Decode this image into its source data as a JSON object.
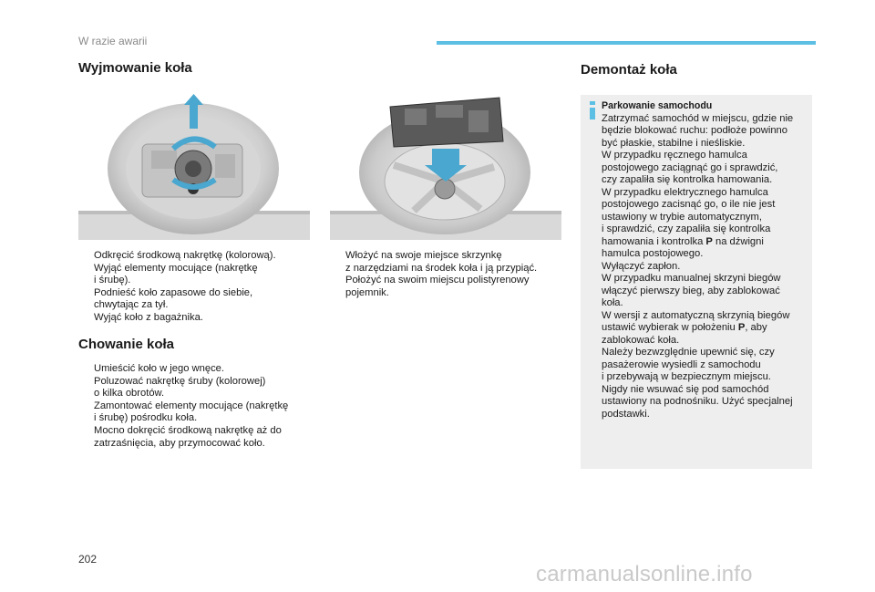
{
  "header": {
    "section": "W razie awarii"
  },
  "left": {
    "title": "Wyjmowanie koła",
    "bullets": [
      [
        "Odkręcić środkową nakrętkę (kolorową)."
      ],
      [
        "Wyjąć elementy mocujące (nakrętkę",
        "i śrubę)."
      ],
      [
        "Podnieść koło zapasowe do siebie,",
        "chwytając za tył."
      ],
      [
        "Wyjąć koło z bagażnika."
      ]
    ]
  },
  "stow": {
    "title": "Chowanie koła",
    "bullets": [
      [
        "Umieścić koło w jego wnęce."
      ],
      [
        "Poluzować nakrętkę śruby (kolorowej)",
        "o kilka obrotów."
      ],
      [
        "Zamontować elementy mocujące (nakrętkę",
        "i śrubę) pośrodku koła."
      ],
      [
        "Mocno dokręcić środkową nakrętkę aż do",
        "zatrzaśnięcia, aby przymocować koło."
      ]
    ]
  },
  "middle": {
    "bullets": [
      [
        "Włożyć na swoje miejsce skrzynkę",
        "z narzędziami na środek koła i ją przypiąć."
      ],
      [
        "Położyć na swoim miejscu polistyrenowy",
        "pojemnik."
      ]
    ]
  },
  "right": {
    "title": "Demontaż koła",
    "info": {
      "title": "Parkowanie samochodu",
      "lines": [
        "Zatrzymać samochód w miejscu, gdzie nie",
        "będzie blokować ruchu: podłoże powinno",
        "być płaskie, stabilne i nieśliskie.",
        "W przypadku ręcznego hamulca",
        "postojowego zaciągnąć go i sprawdzić,",
        "czy zapaliła się kontrolka hamowania.",
        "W przypadku elektrycznego hamulca",
        "postojowego zacisnąć go, o ile nie jest",
        "ustawiony w trybie automatycznym,",
        "i sprawdzić, czy zapaliła się kontrolka",
        "hamowania i kontrolka P na dźwigni",
        "hamulca postojowego.",
        "Wyłączyć zapłon.",
        "W przypadku manualnej skrzyni biegów",
        "włączyć pierwszy bieg, aby zablokować",
        "koła.",
        "W wersji z automatyczną skrzynią biegów",
        "ustawić wybierak w położeniu P, aby",
        "zablokować koła.",
        "Należy bezwzględnie upewnić się, czy",
        "pasażerowie wysiedli z samochodu",
        "i przebywają w bezpiecznym miejscu.",
        "Nigdy nie wsuwać się pod samochód",
        "ustawiony na podnośniku. Użyć specjalnej",
        "podstawki."
      ]
    }
  },
  "bullet_glyph": "",
  "footer": {
    "page": "202",
    "watermark": "carmanualsonline.info"
  },
  "colors": {
    "accent": "#5cbfe3",
    "arrow": "#4aa7cf",
    "box": "#eeeeee"
  }
}
